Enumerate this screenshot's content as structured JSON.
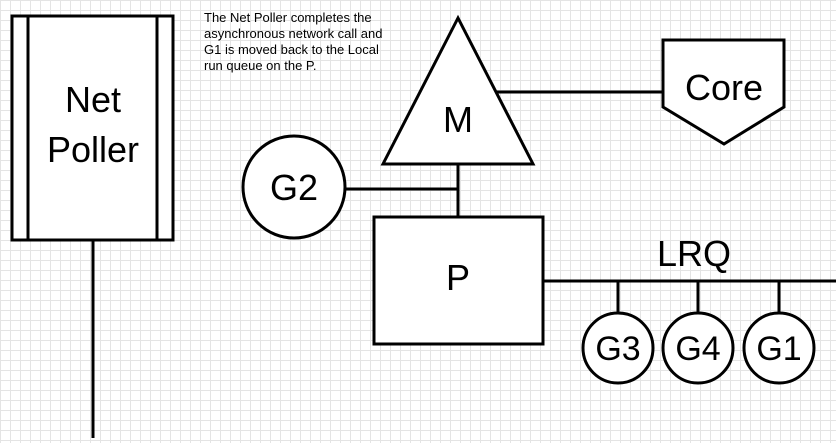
{
  "note": "The Net Poller completes the asynchronous network call and G1 is moved back to the Local run queue on the P.",
  "net_poller": {
    "line1": "Net",
    "line2": "Poller"
  },
  "m_label": "M",
  "core_label": "Core",
  "p_label": "P",
  "g2_label": "G2",
  "lrq_label": "LRQ",
  "queue": [
    "G3",
    "G4",
    "G1"
  ]
}
